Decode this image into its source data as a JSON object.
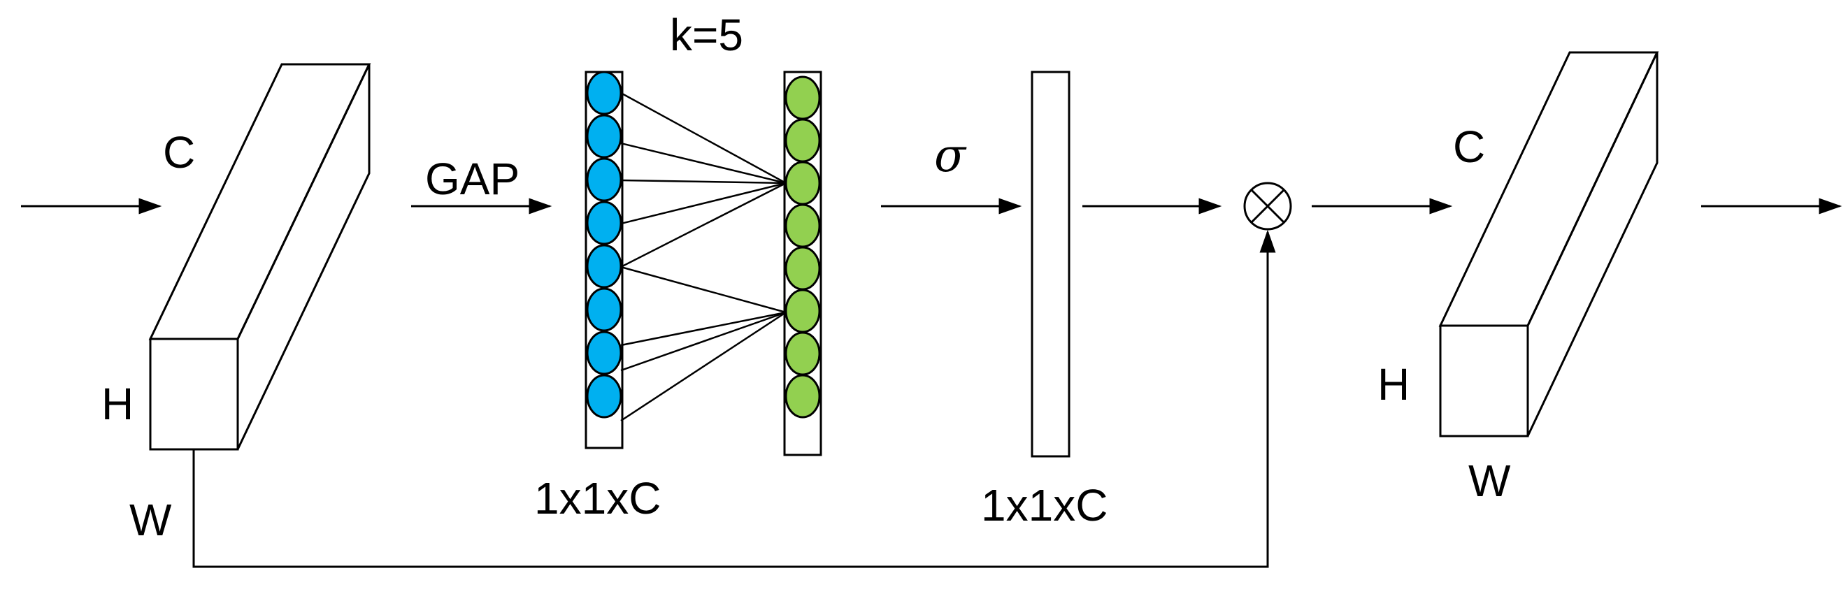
{
  "labels": {
    "input_c": "C",
    "input_h": "H",
    "input_w": "W",
    "gap": "GAP",
    "kernel": "k=5",
    "vec_size_left": "1x1xC",
    "sigma": "σ",
    "vec_size_right": "1x1xC",
    "output_c": "C",
    "output_h": "H",
    "output_w": "W"
  },
  "colors": {
    "input_tensor": "#FFC000",
    "pooled_nodes": "#00B0F0",
    "conv_nodes": "#92D050",
    "weights_top": "#FF0000",
    "weights_bottom": "#F2D4D4",
    "output_top": "#EE5454",
    "output_bottom": "#E2B4B0"
  },
  "icons": {
    "multiply": "circled-times-icon"
  }
}
